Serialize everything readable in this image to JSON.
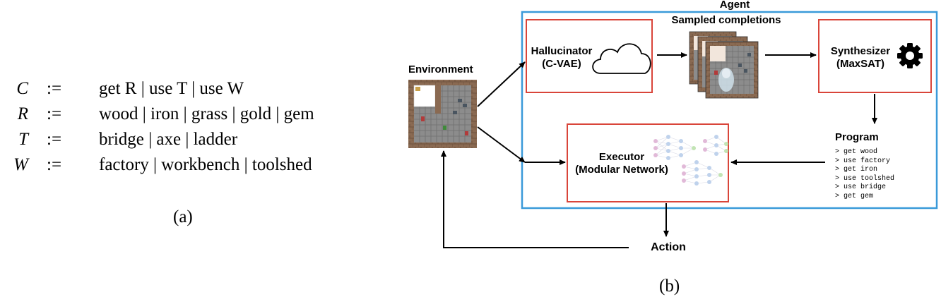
{
  "grammar": {
    "rules": [
      {
        "symbol": "C",
        "def": ":=",
        "rhs": "get R | use T | use W"
      },
      {
        "symbol": "R",
        "def": ":=",
        "rhs": "wood | iron | grass | gold | gem"
      },
      {
        "symbol": "T",
        "def": ":=",
        "rhs": "bridge | axe | ladder"
      },
      {
        "symbol": "W",
        "def": ":=",
        "rhs": "factory | workbench | toolshed"
      }
    ],
    "caption": "(a)"
  },
  "diagram": {
    "caption": "(b)",
    "environment_label": "Environment",
    "agent_label": "Agent",
    "sampled_label": "Sampled completions",
    "hallucinator": {
      "title": "Hallucinator",
      "subtitle": "(C-VAE)"
    },
    "synthesizer": {
      "title": "Synthesizer",
      "subtitle": "(MaxSAT)"
    },
    "executor": {
      "title": "Executor",
      "subtitle": "(Modular Network)"
    },
    "program": {
      "title": "Program",
      "lines": [
        "> get wood",
        "> use factory",
        "> get iron",
        "> use toolshed",
        "> use bridge",
        "> get gem"
      ]
    },
    "action_label": "Action"
  },
  "colors": {
    "agent_box": "#3a9ad9",
    "module_box": "#d9453a",
    "grid_gray": "#8c8c8c",
    "grid_brown": "#8a6a52"
  },
  "icons": [
    "cloud-icon",
    "gear-icon",
    "neural-network-icon",
    "grid-map-icon"
  ]
}
